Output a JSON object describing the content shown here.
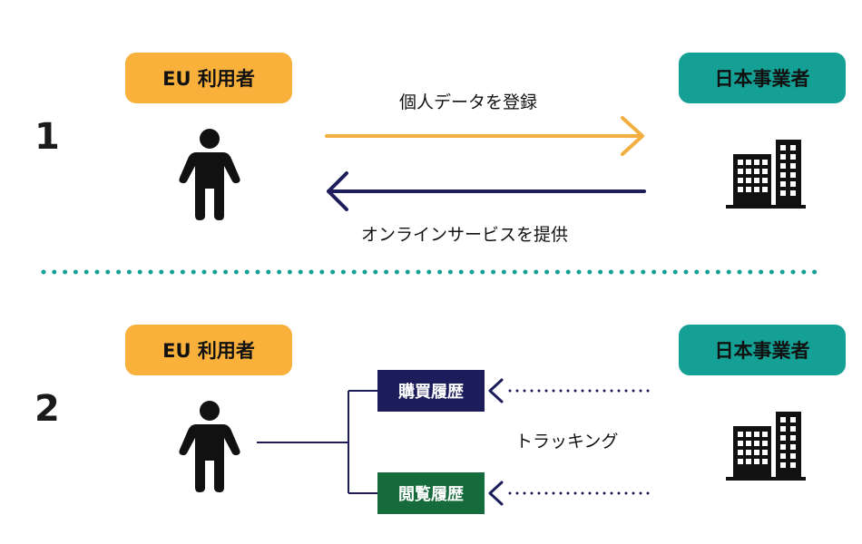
{
  "colors": {
    "eu_badge": "#f9b13c",
    "jp_badge": "#14a094",
    "arrow_register": "#f2ae3e",
    "arrow_service": "#1e1d5c",
    "divider_dots": "#14a094",
    "purchase_box": "#1e1d5c",
    "browse_box": "#156b3b",
    "tracking_dots": "#1e1d5c"
  },
  "scenario1": {
    "number": "1",
    "eu_user": "EU 利用者",
    "jp_business": "日本事業者",
    "register_label": "個人データを登録",
    "service_label": "オンラインサービスを提供",
    "person_icon": "person-icon",
    "building_icon": "building-icon"
  },
  "scenario2": {
    "number": "2",
    "eu_user": "EU 利用者",
    "jp_business": "日本事業者",
    "purchase_history": "購買履歴",
    "browsing_history": "閲覧履歴",
    "tracking_label": "トラッキング",
    "person_icon": "person-icon",
    "building_icon": "building-icon"
  }
}
